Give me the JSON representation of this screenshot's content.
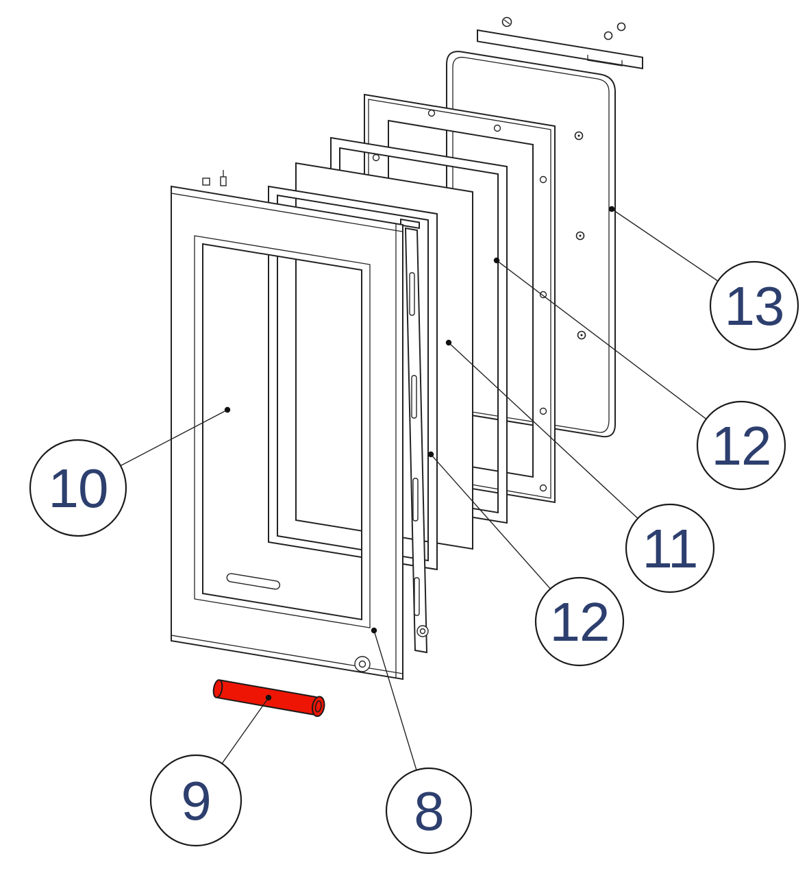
{
  "diagram": {
    "type": "exploded-parts-diagram",
    "subject": "stove-door-assembly",
    "background": "#ffffff",
    "colors": {
      "line": "#222222",
      "callout_text": "#2d3f6e",
      "highlight_red": "#ee1505"
    },
    "callouts": [
      {
        "label": "10",
        "part": "door-frame"
      },
      {
        "label": "9",
        "part": "handle-pin-highlighted"
      },
      {
        "label": "8",
        "part": "door-assembly-bottom"
      },
      {
        "label": "12",
        "part": "glass-gasket-front"
      },
      {
        "label": "11",
        "part": "glass-panel"
      },
      {
        "label": "12",
        "part": "glass-gasket-rear"
      },
      {
        "label": "13",
        "part": "back-panel"
      }
    ]
  }
}
